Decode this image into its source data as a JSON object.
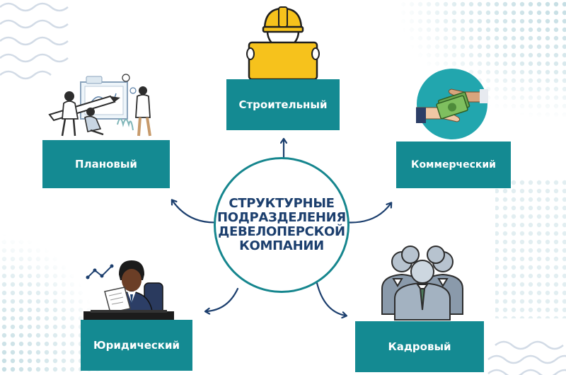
{
  "diagram": {
    "center_title": "СТРУКТУРНЫЕ ПОДРАЗДЕЛЕНИЯ ДЕВЕЛОПЕРСКОЙ КОМПАНИИ",
    "departments": {
      "construction": "Строительный",
      "planning": "Плановый",
      "commercial": "Коммерческий",
      "legal": "Юридический",
      "hr": "Кадровый"
    }
  },
  "colors": {
    "box_fill": "#148a92",
    "center_ring": "#16868e",
    "center_text": "#1c3f6e",
    "arrow": "#1c3f6e",
    "decor_wave": "#d2dbe6",
    "decor_dots": "#c4dde3"
  }
}
